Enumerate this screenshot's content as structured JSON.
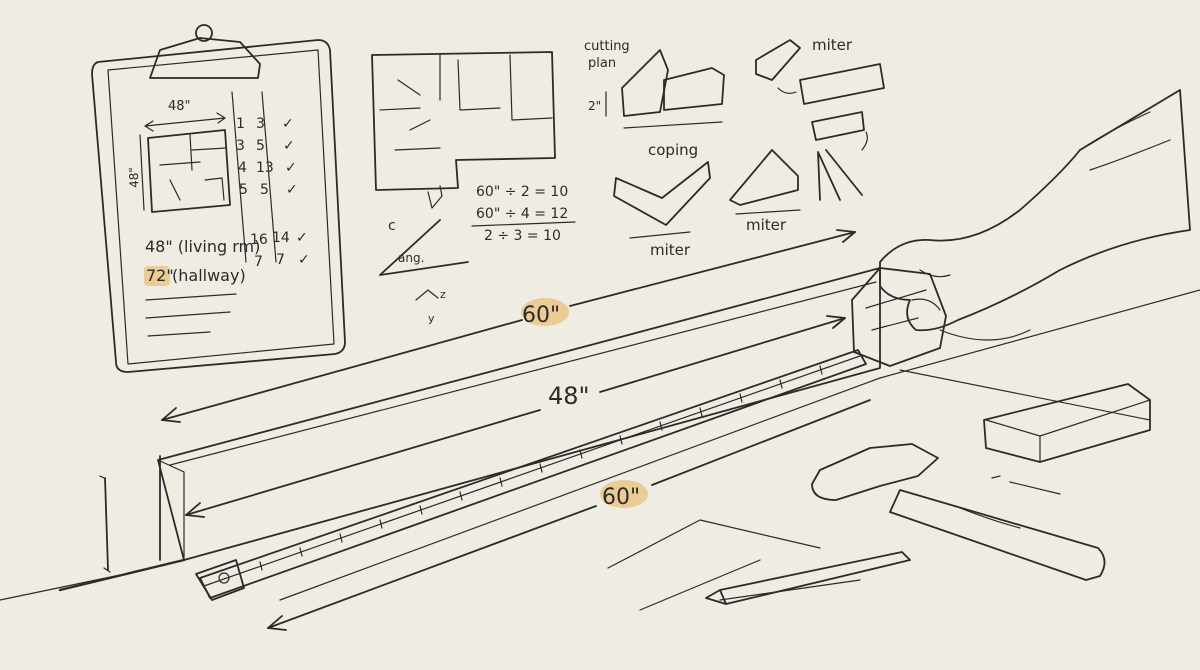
{
  "clipboard": {
    "top_dimension": "48\"",
    "side_dimension": "48\"",
    "table_rows": [
      [
        "1",
        "3",
        "✓"
      ],
      [
        "3",
        "5",
        "✓"
      ],
      [
        "4",
        "13",
        "✓"
      ],
      [
        "5",
        "5",
        "✓"
      ]
    ],
    "table_rows_lower": [
      [
        "16",
        "14",
        "✓"
      ],
      [
        "7",
        "7",
        "✓"
      ]
    ],
    "note_living": "48\" (living rm)",
    "note_hallway_value": "72\"",
    "note_hallway_text": " (hallway)"
  },
  "math_notes": {
    "angle_letter": "c",
    "angle_label": "ang.",
    "axis_z": "z",
    "axis_y": "y",
    "equations": [
      "60\" ÷ 2 = 10",
      "60\" ÷ 4 = 12",
      "2 ÷ 3 = 10"
    ]
  },
  "joint_sketches": {
    "cutting_plan": [
      "cutting",
      "plan"
    ],
    "height_dimension": "2\"",
    "coping_label": "coping",
    "miter_top": "miter",
    "miter_left": "miter",
    "miter_right": "miter"
  },
  "measurements": {
    "top_span": "60\"",
    "middle_span": "48\"",
    "bottom_span": "60\""
  },
  "colors": {
    "paper": "#efece4",
    "ink": "#2b2b2b",
    "highlight": "#e9c27a",
    "tape_body": "#c9a45a",
    "pencil": "#e2b85c"
  },
  "icons": {
    "tape_measure": "tape-measure-icon",
    "hammer": "hammer-icon",
    "pencil": "pencil-icon",
    "hand": "hand-icon",
    "clipboard": "clipboard-icon"
  }
}
